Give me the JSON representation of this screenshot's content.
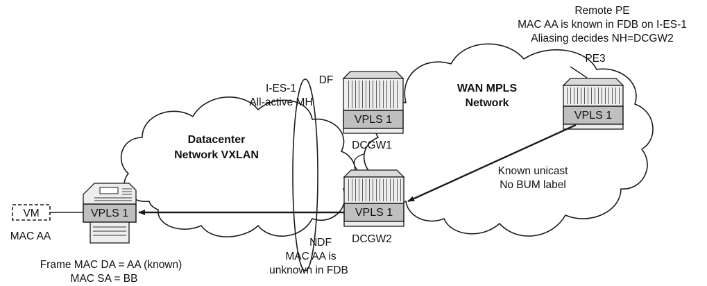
{
  "diagram": {
    "remote_pe_lines": [
      "Remote PE",
      "MAC AA is known in FDB on I-ES-1",
      "Aliasing decides NH=DCGW2"
    ],
    "pe3_label": "PE3",
    "wan_cloud_lines": [
      "WAN MPLS",
      "Network"
    ],
    "dc_cloud_lines": [
      "Datacenter",
      "Network VXLAN"
    ],
    "ies_lines": [
      "I-ES-1",
      "All-active MH"
    ],
    "df_label": "DF",
    "ndf_lines": [
      "NDF",
      "MAC AA is",
      "unknown in FDB"
    ],
    "dcgw1_label": "DCGW1",
    "dcgw2_label": "DCGW2",
    "vpls_label": "VPLS 1",
    "vm_label": "VM",
    "vm_mac_label": "MAC AA",
    "frame_lines": [
      "Frame MAC DA = AA (known)",
      "MAC SA = BB"
    ],
    "known_unicast_lines": [
      "Known unicast",
      "No BUM label"
    ]
  }
}
